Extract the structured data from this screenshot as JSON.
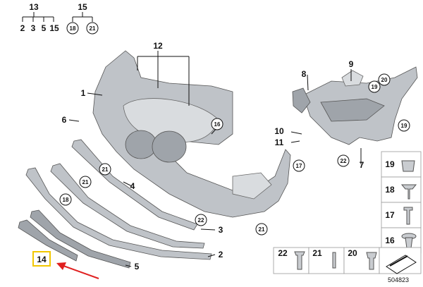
{
  "diagram": {
    "top_group_13": {
      "parent": "13",
      "children": [
        "2",
        "3",
        "5",
        "15"
      ]
    },
    "top_group_15": {
      "parent": "15",
      "children": [
        "18",
        "21"
      ]
    },
    "callouts": {
      "c1": "1",
      "c2": "2",
      "c3": "3",
      "c4": "4",
      "c5": "5",
      "c6": "6",
      "c7": "7",
      "c8": "8",
      "c9": "9",
      "c10": "10",
      "c11": "11",
      "c12": "12",
      "c14": "14"
    },
    "circled": {
      "c16": "16",
      "c17": "17",
      "c18": "18",
      "c19a": "19",
      "c19b": "19",
      "c20": "20",
      "c21a": "21",
      "c21b": "21",
      "c21c": "21",
      "c22a": "22",
      "c22b": "22"
    },
    "fastener_grid": {
      "right_column": [
        "19",
        "18",
        "17",
        "16"
      ],
      "bottom_row": [
        "22",
        "21",
        "20"
      ]
    },
    "highlighted_part": "14",
    "image_code": "504823",
    "colors": {
      "highlight": "#f2c700",
      "arrow": "#e02020",
      "part": "#bfc3c8"
    }
  }
}
